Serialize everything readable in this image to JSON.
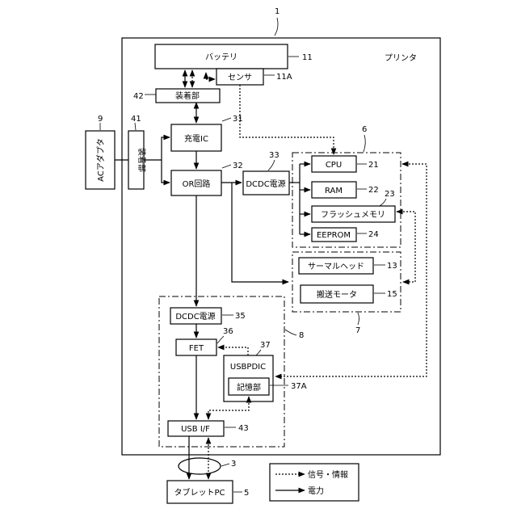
{
  "figure_number": "1",
  "printer": {
    "label": "プリンタ"
  },
  "blocks": {
    "battery": {
      "label": "バッテリ",
      "ref": "11"
    },
    "sensor": {
      "label": "センサ",
      "ref": "11A"
    },
    "mount_top": {
      "label": "装着部",
      "ref": "42"
    },
    "mount_side": {
      "label": "装着部",
      "ref": "41"
    },
    "ac_adapter": {
      "label": "ACアダプタ",
      "ref": "9"
    },
    "charge_ic": {
      "label": "充電IC",
      "ref": "31"
    },
    "or_circuit": {
      "label": "OR回路",
      "ref": "32"
    },
    "dcdc_main": {
      "label": "DCDC電源",
      "ref": "33"
    },
    "control_group": {
      "ref": "6"
    },
    "cpu": {
      "label": "CPU",
      "ref": "21"
    },
    "ram": {
      "label": "RAM",
      "ref": "22"
    },
    "flash": {
      "label": "フラッシュメモリ",
      "ref": "23"
    },
    "eeprom": {
      "label": "EEPROM",
      "ref": "24"
    },
    "print_group": {
      "ref": "7"
    },
    "thermal_head": {
      "label": "サーマルヘッド",
      "ref": "13"
    },
    "motor": {
      "label": "搬送モータ",
      "ref": "15"
    },
    "usb_group": {
      "ref": "8"
    },
    "dcdc_usb": {
      "label": "DCDC電源",
      "ref": "35"
    },
    "fet": {
      "label": "FET",
      "ref": "36"
    },
    "usbpdic": {
      "label": "USBPDIC",
      "ref": "37"
    },
    "storage": {
      "label": "記憶部",
      "ref": "37A"
    },
    "usb_if": {
      "label": "USB I/F",
      "ref": "43"
    },
    "cable": {
      "ref": "3"
    },
    "tablet": {
      "label": "タブレットPC",
      "ref": "5"
    }
  },
  "legend": {
    "signal": "信号・情報",
    "power": "電力"
  }
}
